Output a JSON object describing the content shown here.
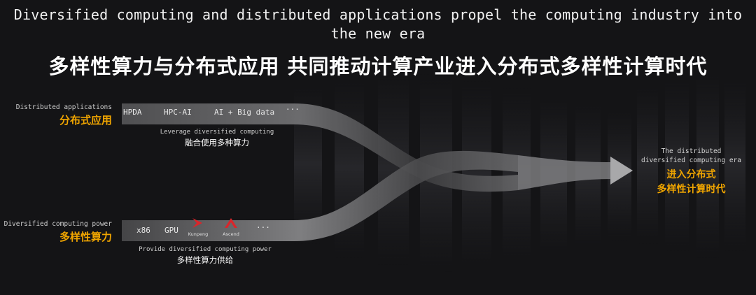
{
  "title": {
    "en": "Diversified computing and distributed applications propel the computing industry into the new era",
    "zh": "多样性算力与分布式应用  共同推动计算产业进入分布式多样性计算时代"
  },
  "applications": {
    "label_en": "Distributed applications",
    "label_zh": "分布式应用",
    "items": [
      "HPDA",
      "HPC-AI",
      "AI + Big data",
      "···"
    ],
    "caption_en": "Leverage diversified computing",
    "caption_zh": "融合使用多种算力"
  },
  "computing": {
    "label_en": "Diversified computing power",
    "label_zh": "多样性算力",
    "items": [
      "x86",
      "GPU",
      "···"
    ],
    "logos": [
      "Kunpeng",
      "Ascend"
    ],
    "caption_en": "Provide diversified computing power",
    "caption_zh": "多样性算力供给"
  },
  "result": {
    "en_line1": "The distributed",
    "en_line2": "diversified computing era",
    "zh_line1": "进入分布式",
    "zh_line2": "多样性计算时代"
  },
  "colors": {
    "accent": "#f0a500",
    "logo_red": "#d9262b",
    "background": "#141416"
  }
}
